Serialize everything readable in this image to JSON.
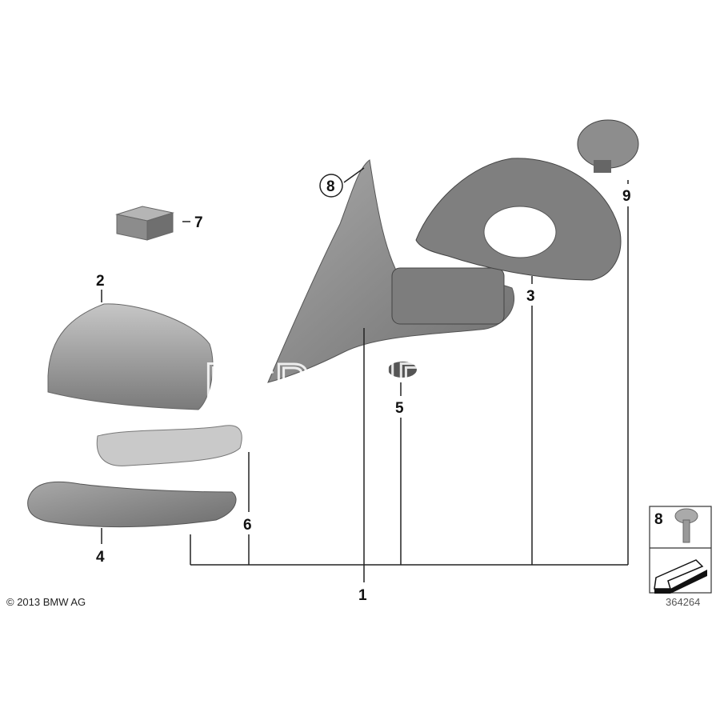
{
  "diagram": {
    "callouts": {
      "p1": "1",
      "p2": "2",
      "p3": "3",
      "p4": "4",
      "p5": "5",
      "p6": "6",
      "p7": "7",
      "p8": "8",
      "p9": "9"
    },
    "copyright": "© 2013 BMW AG",
    "diagram_number": "364264",
    "legend_box": {
      "part_number": "8"
    },
    "watermark": "FCP EURO",
    "colors": {
      "part_fill": "#8a8a8a",
      "line": "#222222"
    }
  }
}
